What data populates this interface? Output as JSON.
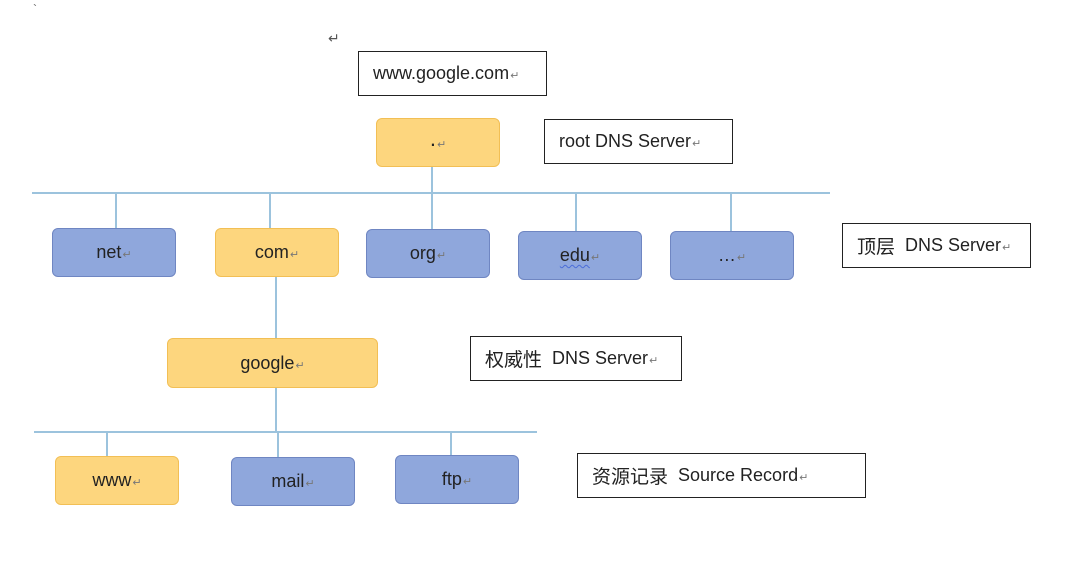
{
  "paragraph_mark": "↵",
  "stray_mark": "`",
  "query_label": {
    "text": "www.google.com"
  },
  "root": {
    "node_text": ".",
    "label": "root DNS Server"
  },
  "tld": {
    "nodes": [
      "net",
      "com",
      "org",
      "edu",
      "…"
    ],
    "label_cjk": "顶层",
    "label_en": "DNS Server"
  },
  "authoritative": {
    "node_text": "google",
    "label_cjk": "权威性",
    "label_en": "DNS Server"
  },
  "records": {
    "nodes": [
      "www",
      "mail",
      "ftp"
    ],
    "label_cjk": "资源记录",
    "label_en": "Source Record"
  },
  "colors": {
    "node_blue": "#8fa7dc",
    "node_gold": "#fdd67e",
    "line": "#9cc3dd"
  }
}
